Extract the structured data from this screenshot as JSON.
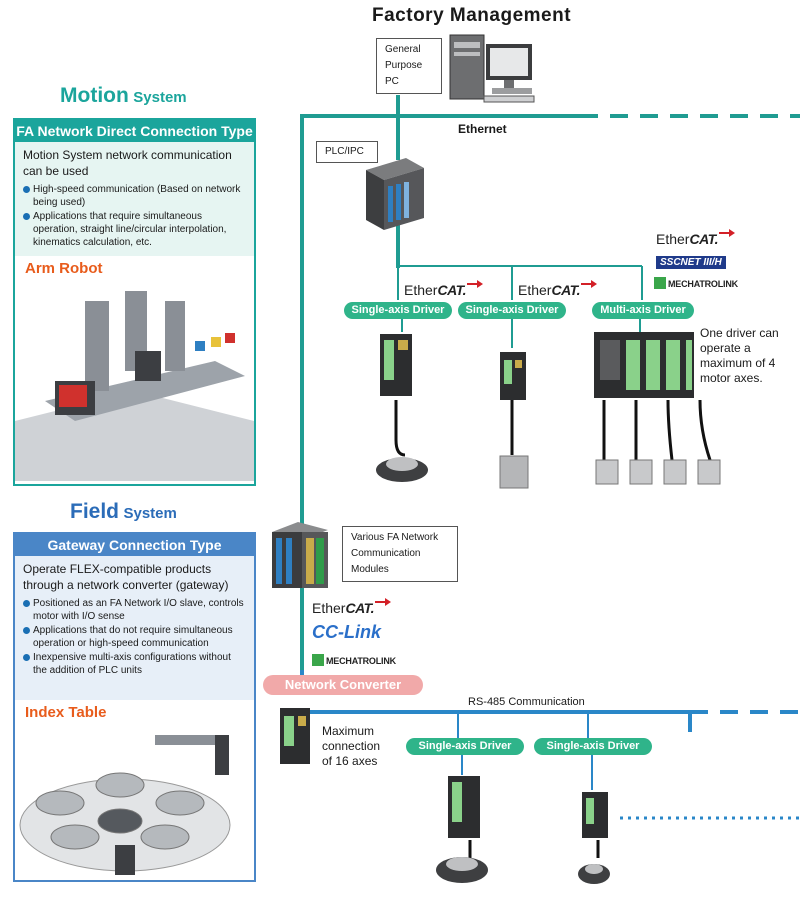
{
  "colors": {
    "network_line": "#2a87c8",
    "ethernet_line": "#1f9c92",
    "accent_green": "#2fb48a",
    "motion_teal": "#1ba59c",
    "field_blue": "#4a86c7"
  },
  "header": {
    "title": "Factory Management"
  },
  "pc_box": {
    "label": "General Purpose PC",
    "icon": "desktop-pc-icon"
  },
  "ethernet_label": "Ethernet",
  "plc_box": {
    "label": "PLC/IPC",
    "icon": "plc-ipc-icon"
  },
  "motion": {
    "title_main": "Motion",
    "title_sub": "System",
    "panel_header": "FA Network Direct Connection Type",
    "intro": "Motion System network communication can be used",
    "bullets": [
      "High-speed communication (Based on network being used)",
      "Applications that require simultaneous operation, straight line/circular interpolation, kinematics calculation, etc."
    ],
    "example_title": "Arm Robot",
    "example_icon": "arm-robot-illustration"
  },
  "field": {
    "title_main": "Field",
    "title_sub": "System",
    "panel_header": "Gateway Connection Type",
    "intro": "Operate FLEX-compatible products through a network converter (gateway)",
    "bullets": [
      "Positioned as an FA Network I/O slave, controls motor with I/O sense",
      "Applications that do not require simultaneous operation or high-speed communication",
      "Inexpensive multi-axis configurations without the addition of PLC units"
    ],
    "example_title": "Index Table",
    "example_icon": "index-table-illustration"
  },
  "logos": {
    "ethercat_prefix": "Ether",
    "ethercat_suffix": "CAT.",
    "sscnet": "SSCNET III/H",
    "mechatrolink": "MECHATROLINK",
    "cclink": "CC-Link"
  },
  "drivers_top": [
    {
      "label": "Single-axis Driver"
    },
    {
      "label": "Single-axis Driver"
    },
    {
      "label": "Multi-axis Driver"
    }
  ],
  "multi_axis_note": "One driver can operate a maximum of 4 motor axes.",
  "modules_box": {
    "label": "Various FA Network Communication Modules"
  },
  "network_converter": {
    "label": "Network Converter"
  },
  "rs485_label": "RS-485 Communication",
  "max_connection_note": "Maximum connection of 16 axes",
  "drivers_bottom": [
    {
      "label": "Single-axis Driver"
    },
    {
      "label": "Single-axis Driver"
    }
  ]
}
